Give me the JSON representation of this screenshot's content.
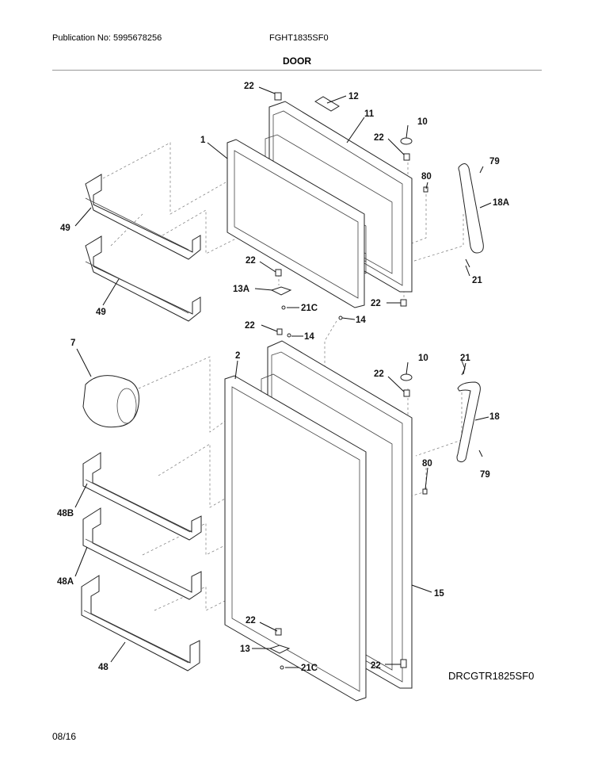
{
  "header": {
    "publication": "Publication No: 5995678256",
    "model": "FGHT1835SF0",
    "section": "DOOR"
  },
  "footer": {
    "diagram_code": "DRCGTR1825SF0",
    "date": "08/16"
  },
  "callouts": {
    "c22a": "22",
    "c12": "12",
    "c11": "11",
    "c10a": "10",
    "c22b": "22",
    "c1": "1",
    "c80a": "80",
    "c79a": "79",
    "c18A": "18A",
    "c49a": "49",
    "c49b": "49",
    "c22c": "22",
    "c13A": "13A",
    "c21a": "21",
    "c21Ca": "21C",
    "c22d": "22",
    "c22e": "22",
    "c14a": "14",
    "c14b": "14",
    "c7": "7",
    "c2": "2",
    "c10b": "10",
    "c22f": "22",
    "c21b": "21",
    "c18": "18",
    "c80b": "80",
    "c79b": "79",
    "c48B": "48B",
    "c48A": "48A",
    "c15": "15",
    "c22g": "22",
    "c13": "13",
    "c21Cb": "21C",
    "c22h": "22",
    "c48": "48"
  }
}
